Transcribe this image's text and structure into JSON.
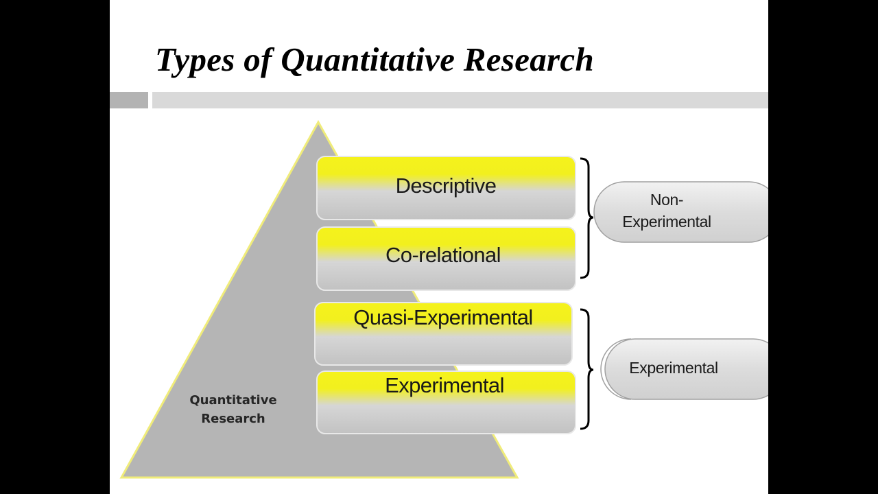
{
  "slide": {
    "title": "Types of Quantitative Research"
  },
  "diagram": {
    "base_label_lines": [
      "Quantitative",
      "Research"
    ],
    "levels": [
      {
        "label": "Descriptive"
      },
      {
        "label": "Co-relational"
      },
      {
        "label": "Quasi-Experimental"
      },
      {
        "label": "Experimental"
      }
    ],
    "groups": [
      {
        "label_lines": [
          "Non-",
          "Experimental"
        ],
        "spans": [
          "Descriptive",
          "Co-relational"
        ]
      },
      {
        "label_lines": [
          "Experimental"
        ],
        "spans": [
          "Quasi-Experimental",
          "Experimental"
        ]
      }
    ]
  },
  "colors": {
    "pyramid_fill": "#b5b5b5",
    "pyramid_edge": "#f0ec7a",
    "box_yellow": "#f2f01e",
    "box_gray": "#c9c9c9",
    "accent_bar_dark": "#b3b3b3",
    "accent_bar_light": "#d9d9d9"
  }
}
